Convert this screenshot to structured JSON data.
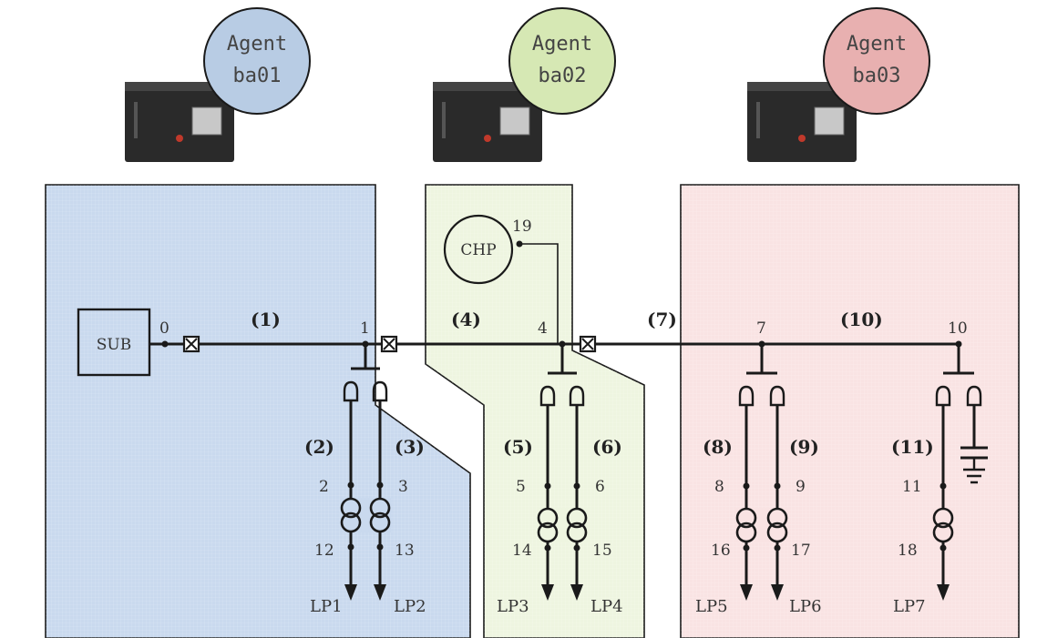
{
  "agents": [
    {
      "line1": "Agent",
      "line2": "ba01",
      "color": "#b8cce4"
    },
    {
      "line1": "Agent",
      "line2": "ba02",
      "color": "#d6e8b4"
    },
    {
      "line1": "Agent",
      "line2": "ba03",
      "color": "#e8b0b0"
    }
  ],
  "zone_colors": {
    "zone1": "#c9d9ee",
    "zone2": "#eef5e0",
    "zone3": "#f9e3e3"
  },
  "boxes": {
    "sub": "SUB",
    "chp": "CHP"
  },
  "nodes": {
    "n0": "0",
    "n1": "1",
    "n4": "4",
    "n7": "7",
    "n10": "10",
    "n19": "19",
    "n2": "2",
    "n3": "3",
    "n5": "5",
    "n6": "6",
    "n8": "8",
    "n9": "9",
    "n11": "11",
    "n12": "12",
    "n13": "13",
    "n14": "14",
    "n15": "15",
    "n16": "16",
    "n17": "17",
    "n18": "18"
  },
  "lines": {
    "l1": "(1)",
    "l2": "(2)",
    "l3": "(3)",
    "l4": "(4)",
    "l5": "(5)",
    "l6": "(6)",
    "l7": "(7)",
    "l8": "(8)",
    "l9": "(9)",
    "l10": "(10)",
    "l11": "(11)"
  },
  "loads": {
    "lp1": "LP1",
    "lp2": "LP2",
    "lp3": "LP3",
    "lp4": "LP4",
    "lp5": "LP5",
    "lp6": "LP6",
    "lp7": "LP7"
  }
}
